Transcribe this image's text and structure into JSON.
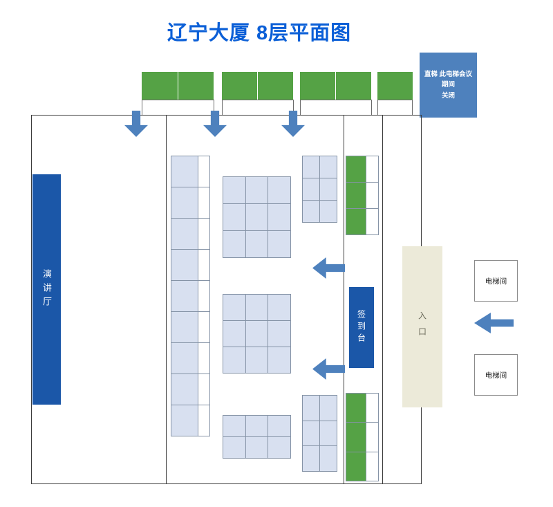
{
  "title": "辽宁大厦 8层平面图",
  "elevator_notice": {
    "line1": "直梯 此电梯会议期间",
    "line2": "关闭"
  },
  "labels": {
    "lecture_hall": "演讲厅",
    "signin_desk": "签到台",
    "entrance": "入口",
    "elevator_room_top": "电梯间",
    "elevator_room_bottom": "电梯间"
  },
  "colors": {
    "title_blue": "#0B5FD7",
    "dark_blue": "#1B57A8",
    "steel_blue": "#4E81BD",
    "green": "#55A245",
    "light_cell": "#D8E0F0",
    "cell_line": "#8593A6",
    "cream": "#ECEAD9",
    "wall": "#3A3A3A"
  }
}
